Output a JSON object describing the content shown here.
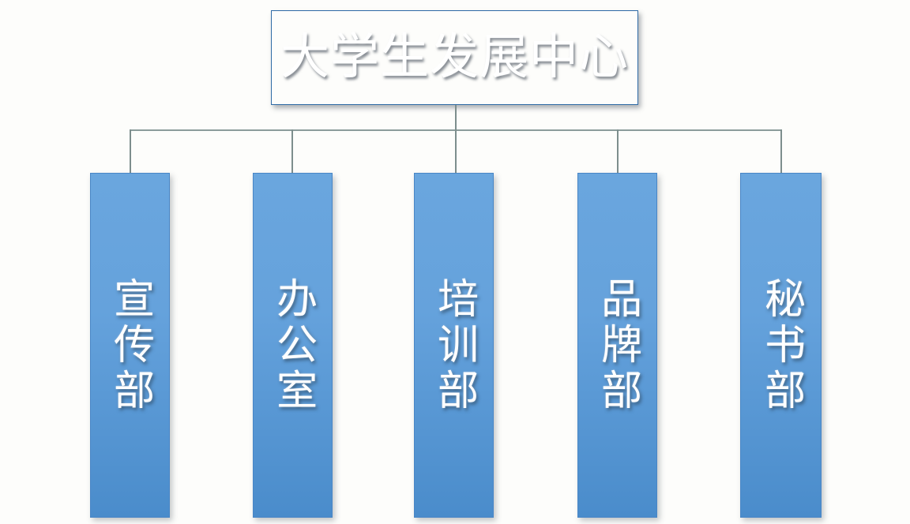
{
  "chart": {
    "type": "org-chart",
    "orientation": "top-down",
    "background_color": "#fdfdfb",
    "connector_color": "#7d8e8d",
    "root": {
      "label": "大学生发展中心",
      "fill_color": "#5b9bd5",
      "border_color": "#2f6ba6",
      "text_color": "#ffffff"
    },
    "children": [
      {
        "label": "宣传部",
        "fill_color": "#66a3dc",
        "border_color": "#4986c6",
        "text_color": "#ffffff"
      },
      {
        "label": "办公室",
        "fill_color": "#66a3dc",
        "border_color": "#4986c6",
        "text_color": "#ffffff"
      },
      {
        "label": "培训部",
        "fill_color": "#66a3dc",
        "border_color": "#4986c6",
        "text_color": "#ffffff"
      },
      {
        "label": "品牌部",
        "fill_color": "#66a3dc",
        "border_color": "#4986c6",
        "text_color": "#ffffff"
      },
      {
        "label": "秘书部",
        "fill_color": "#66a3dc",
        "border_color": "#4986c6",
        "text_color": "#ffffff"
      }
    ]
  }
}
